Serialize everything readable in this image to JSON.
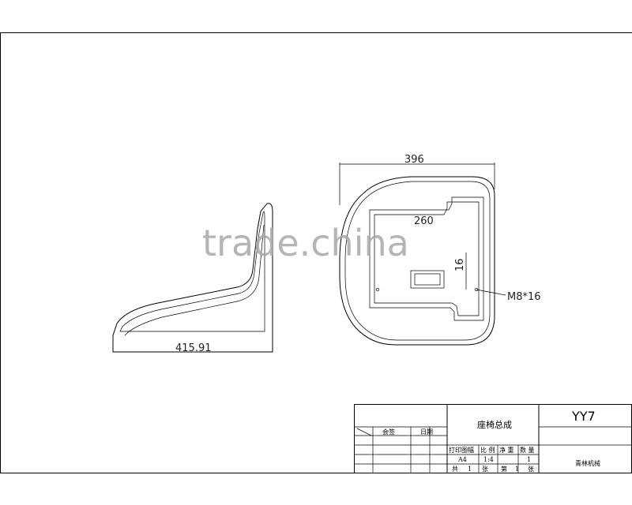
{
  "watermark": "trade.china",
  "dimensions": {
    "side_width": "415.91",
    "top_width": "396",
    "inner_width": "260",
    "vertical": "16",
    "bolt": "M8*16"
  },
  "title_block": {
    "drawing_title": "座椅总成",
    "model": "YY7",
    "company": "青林机械",
    "sign_label": "会签",
    "date_label": "日期",
    "col_headers": [
      "打印图幅",
      "比 例",
      "净 重",
      "数 量"
    ],
    "values": [
      "A4",
      "1:4",
      "",
      "1"
    ],
    "sheet_row": [
      "共",
      "1",
      "张",
      "第",
      "1",
      "张"
    ]
  }
}
